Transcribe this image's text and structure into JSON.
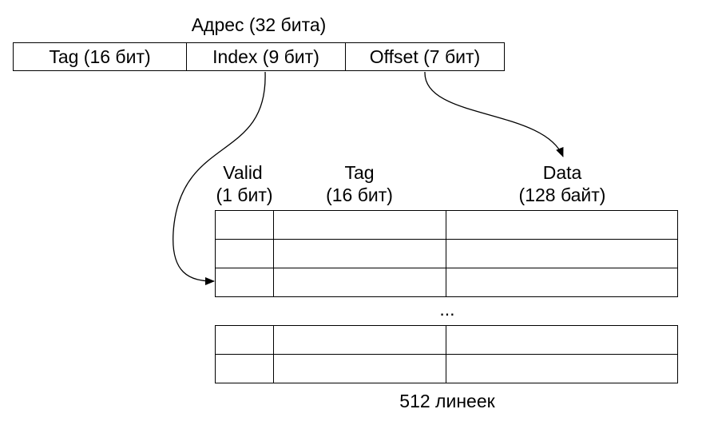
{
  "address": {
    "title": "Адрес (32 бита)",
    "fields": [
      {
        "label": "Tag (16 бит)"
      },
      {
        "label": "Index (9 бит)"
      },
      {
        "label": "Offset (7 бит)"
      }
    ]
  },
  "cache": {
    "columns": [
      {
        "name": "Valid",
        "size": "(1 бит)"
      },
      {
        "name": "Tag",
        "size": "(16 бит)"
      },
      {
        "name": "Data",
        "size": "(128 байт)"
      }
    ],
    "ellipsis": "...",
    "footer": "512 линеек"
  }
}
